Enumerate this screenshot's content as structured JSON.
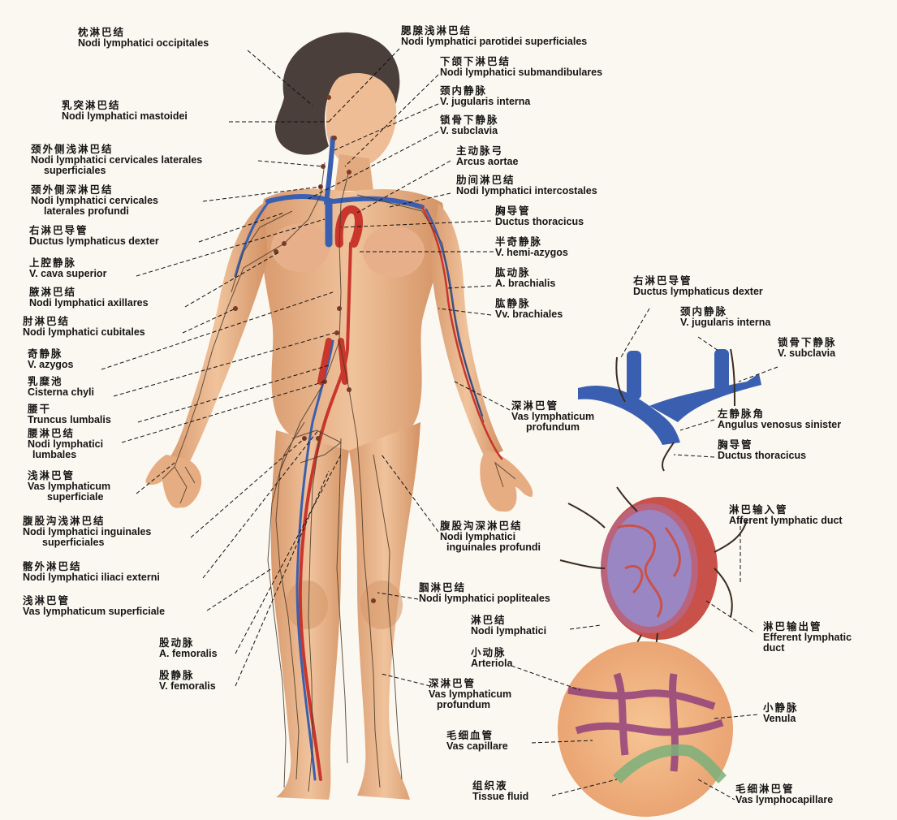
{
  "colors": {
    "background": "#fbf8f1",
    "skin": "#e9b48c",
    "skin_shadow": "#c9865c",
    "vein": "#3b5fb0",
    "artery": "#c8362c",
    "lymph_vessel": "#4a3a2a",
    "node": "#c8524a",
    "node_inner": "#9b86c4",
    "tissue_fluid": "#a8c48a"
  },
  "labels": {
    "occipital": {
      "zh": "枕淋巴结",
      "la": "Nodi lymphatici occipitales"
    },
    "mastoid": {
      "zh": "乳突淋巴结",
      "la": "Nodi lymphatici mastoidei"
    },
    "cervical_superficial": {
      "zh": "颈外侧浅淋巴结",
      "la": "Nodi lymphatici cervicales laterales",
      "la2": "superficiales"
    },
    "cervical_deep": {
      "zh": "颈外侧深淋巴结",
      "la": "Nodi lymphatici cervicales",
      "la2": "laterales profundi"
    },
    "right_duct": {
      "zh": "右淋巴导管",
      "la": "Ductus lymphaticus dexter"
    },
    "svc": {
      "zh": "上腔静脉",
      "la": "V. cava superior"
    },
    "axillary": {
      "zh": "腋淋巴结",
      "la": "Nodi lymphatici axillares"
    },
    "cubital": {
      "zh": "肘淋巴结",
      "la": "Nodi lymphatici cubitales"
    },
    "azygos": {
      "zh": "奇静脉",
      "la": "V. azygos"
    },
    "cisterna": {
      "zh": "乳糜池",
      "la": "Cisterna chyli"
    },
    "truncus": {
      "zh": "腰干",
      "la": "Truncus lumbalis"
    },
    "lumbar": {
      "zh": "腰淋巴结",
      "la": "Nodi lymphatici",
      "la2": "lumbales"
    },
    "vas_superficial_arm": {
      "zh": "浅淋巴管",
      "la": "Vas lymphaticum",
      "la2": "superficiale"
    },
    "inguinal_superficial": {
      "zh": "腹股沟浅淋巴结",
      "la": "Nodi lymphatici inguinales",
      "la2": "superficiales"
    },
    "iliac": {
      "zh": "髂外淋巴结",
      "la": "Nodi lymphatici iliaci externi"
    },
    "vas_superficial_leg": {
      "zh": "浅淋巴管",
      "la": "Vas lymphaticum superficiale"
    },
    "femoral_artery": {
      "zh": "股动脉",
      "la": "A. femoralis"
    },
    "femoral_vein": {
      "zh": "股静脉",
      "la": "V. femoralis"
    },
    "parotid": {
      "zh": "腮腺浅淋巴结",
      "la": "Nodi lymphatici parotidei superficiales"
    },
    "submandibular": {
      "zh": "下颌下淋巴结",
      "la": "Nodi lymphatici submandibulares"
    },
    "jugular": {
      "zh": "颈内静脉",
      "la": "V. jugularis interna"
    },
    "subclavian": {
      "zh": "锁骨下静脉",
      "la": "V. subclavia"
    },
    "arcus": {
      "zh": "主动脉弓",
      "la": "Arcus aortae"
    },
    "intercostal": {
      "zh": "肋间淋巴结",
      "la": "Nodi lymphatici intercostales"
    },
    "thoracic": {
      "zh": "胸导管",
      "la": "Ductus thoracicus"
    },
    "hemiazygos": {
      "zh": "半奇静脉",
      "la": "V. hemi-azygos"
    },
    "brachial_artery": {
      "zh": "肱动脉",
      "la": "A. brachialis"
    },
    "brachial_veins": {
      "zh": "肱静脉",
      "la": "Vv. brachiales"
    },
    "vas_profundum_arm": {
      "zh": "深淋巴管",
      "la": "Vas lymphaticum",
      "la2": "profundum"
    },
    "inguinal_deep": {
      "zh": "腹股沟深淋巴结",
      "la": "Nodi lymphatici",
      "la2": "inguinales profundi"
    },
    "popliteal": {
      "zh": "腘淋巴结",
      "la": "Nodi lymphatici popliteales"
    },
    "nodi": {
      "zh": "淋巴结",
      "la": "Nodi lymphatici"
    },
    "arteriola": {
      "zh": "小动脉",
      "la": "Arteriola"
    },
    "vas_profundum_leg": {
      "zh": "深淋巴管",
      "la": "Vas lymphaticum",
      "la2": "profundum"
    },
    "capillary": {
      "zh": "毛细血管",
      "la": "Vas capillare"
    },
    "tissue": {
      "zh": "组织液",
      "la": "Tissue fluid"
    },
    "inset_right_duct": {
      "zh": "右淋巴导管",
      "la": "Ductus lymphaticus dexter"
    },
    "inset_jugular": {
      "zh": "颈内静脉",
      "la": "V. jugularis interna"
    },
    "inset_subclavian": {
      "zh": "锁骨下静脉",
      "la": "V. subclavia"
    },
    "angulus": {
      "zh": "左静脉角",
      "la": "Angulus venosus sinister"
    },
    "inset_thoracic": {
      "zh": "胸导管",
      "la": "Ductus thoracicus"
    },
    "afferent": {
      "zh": "淋巴输入管",
      "la": "Afferent lymphatic duct"
    },
    "efferent": {
      "zh": "淋巴输出管",
      "la": "Efferent lymphatic",
      "la2": "duct"
    },
    "venula": {
      "zh": "小静脉",
      "la": "Venula"
    },
    "lymphocapillary": {
      "zh": "毛细淋巴管",
      "la": "Vas lymphocapillare"
    }
  }
}
